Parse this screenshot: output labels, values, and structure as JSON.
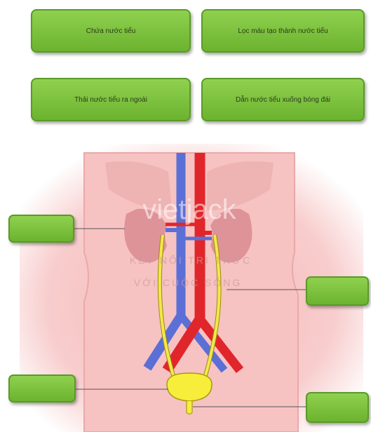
{
  "function_cards": [
    {
      "label": "Chứa nước tiểu"
    },
    {
      "label": "Lọc máu tạo thành nước tiểu"
    },
    {
      "label": "Thải nước tiểu ra ngoài"
    },
    {
      "label": "Dẫn nước tiểu xuống bóng đái"
    }
  ],
  "watermark": {
    "brand": "vietjack",
    "tagline_1": "KẾT NỐI TRI THỨC",
    "tagline_2": "VỚI CUỘC SỐNG"
  },
  "colors": {
    "card_green": "#7cc23d",
    "artery_red": "#e0262b",
    "vein_blue": "#5b6fd6",
    "ureter_yellow": "#f3e84a",
    "body_pink": "#f7c9c9"
  }
}
